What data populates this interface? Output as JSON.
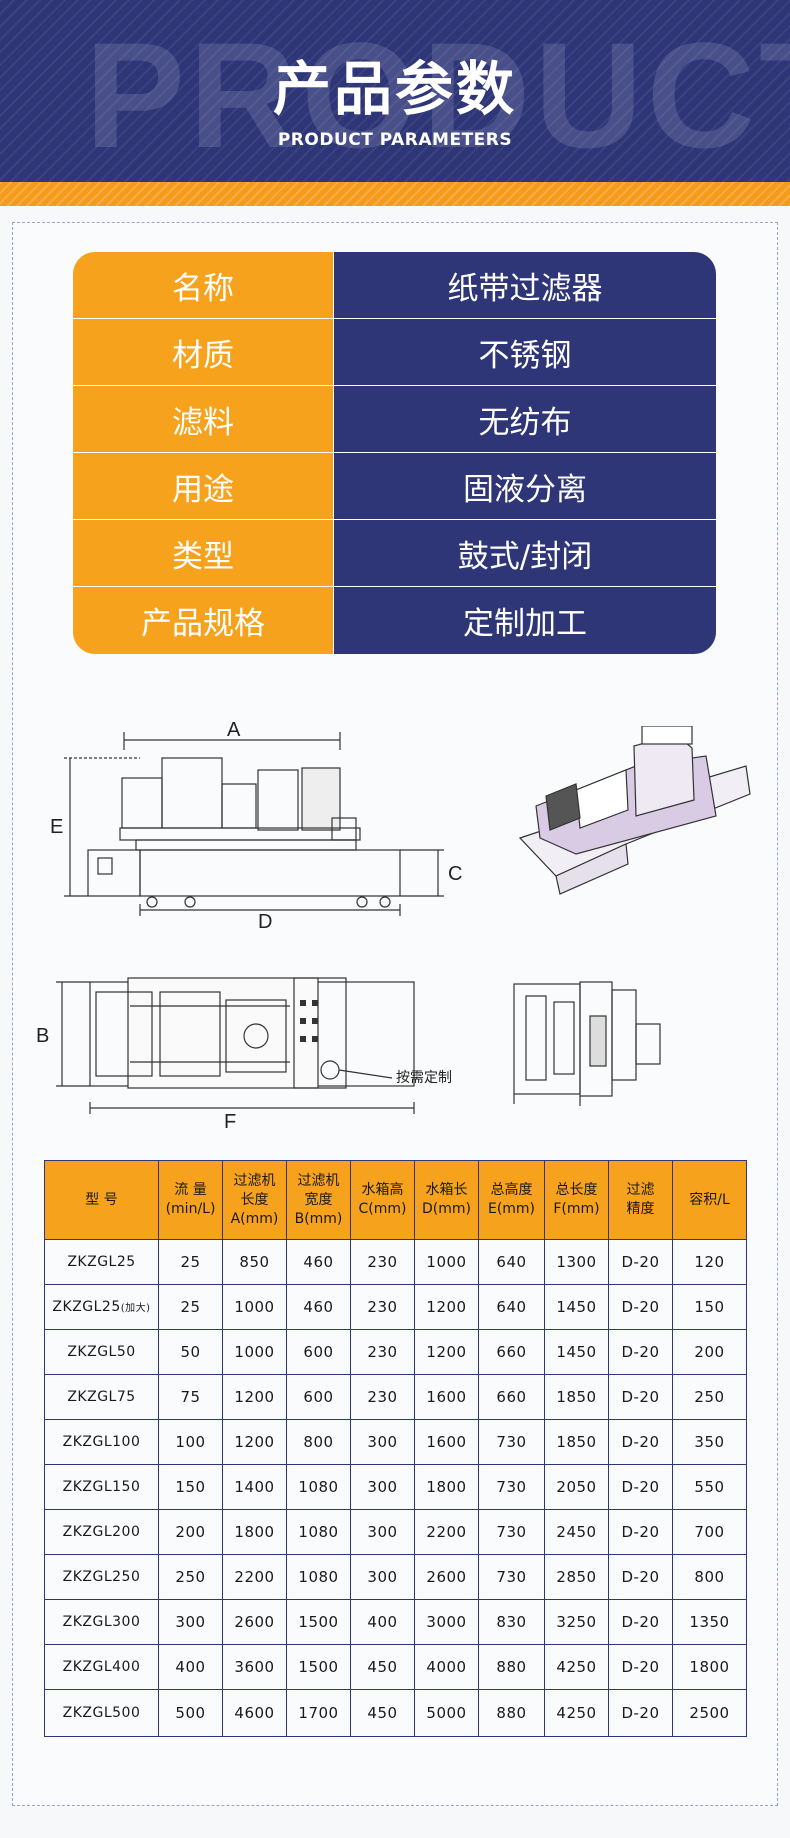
{
  "banner": {
    "bg_word": "PRODUCT",
    "title": "产品参数",
    "subtitle": "PRODUCT PARAMETERS"
  },
  "properties": [
    {
      "key": "名称",
      "value": "纸带过滤器"
    },
    {
      "key": "材质",
      "value": "不锈钢"
    },
    {
      "key": "滤料",
      "value": "无纺布"
    },
    {
      "key": "用途",
      "value": "固液分离"
    },
    {
      "key": "类型",
      "value": "鼓式/封闭"
    },
    {
      "key": "产品规格",
      "value": "定制加工"
    }
  ],
  "drawing_labels": {
    "A": "A",
    "B": "B",
    "C": "C",
    "D": "D",
    "E": "E",
    "F": "F",
    "custom_note": "按需定制"
  },
  "spec_table": {
    "headers": [
      [
        "型 号"
      ],
      [
        "流 量",
        "(min/L)"
      ],
      [
        "过滤机",
        "长度",
        "A(mm)"
      ],
      [
        "过滤机",
        "宽度",
        "B(mm)"
      ],
      [
        "水箱高",
        "C(mm)"
      ],
      [
        "水箱长",
        "D(mm)"
      ],
      [
        "总高度",
        "E(mm)"
      ],
      [
        "总长度",
        "F(mm)"
      ],
      [
        "过滤",
        "精度"
      ],
      [
        "容积/L"
      ]
    ],
    "rows": [
      [
        "ZKZGL25",
        "25",
        "850",
        "460",
        "230",
        "1000",
        "640",
        "1300",
        "D-20",
        "120"
      ],
      [
        "ZKZGL25",
        "25",
        "1000",
        "460",
        "230",
        "1200",
        "640",
        "1450",
        "D-20",
        "150"
      ],
      [
        "ZKZGL50",
        "50",
        "1000",
        "600",
        "230",
        "1200",
        "660",
        "1450",
        "D-20",
        "200"
      ],
      [
        "ZKZGL75",
        "75",
        "1200",
        "600",
        "230",
        "1600",
        "660",
        "1850",
        "D-20",
        "250"
      ],
      [
        "ZKZGL100",
        "100",
        "1200",
        "800",
        "300",
        "1600",
        "730",
        "1850",
        "D-20",
        "350"
      ],
      [
        "ZKZGL150",
        "150",
        "1400",
        "1080",
        "300",
        "1800",
        "730",
        "2050",
        "D-20",
        "550"
      ],
      [
        "ZKZGL200",
        "200",
        "1800",
        "1080",
        "300",
        "2200",
        "730",
        "2450",
        "D-20",
        "700"
      ],
      [
        "ZKZGL250",
        "250",
        "2200",
        "1080",
        "300",
        "2600",
        "730",
        "2850",
        "D-20",
        "800"
      ],
      [
        "ZKZGL300",
        "300",
        "2600",
        "1500",
        "400",
        "3000",
        "830",
        "3250",
        "D-20",
        "1350"
      ],
      [
        "ZKZGL400",
        "400",
        "3600",
        "1500",
        "450",
        "4000",
        "880",
        "4250",
        "D-20",
        "1800"
      ],
      [
        "ZKZGL500",
        "500",
        "4600",
        "1700",
        "450",
        "5000",
        "880",
        "4250",
        "D-20",
        "2500"
      ]
    ],
    "row2_suffix": "(加大)"
  }
}
